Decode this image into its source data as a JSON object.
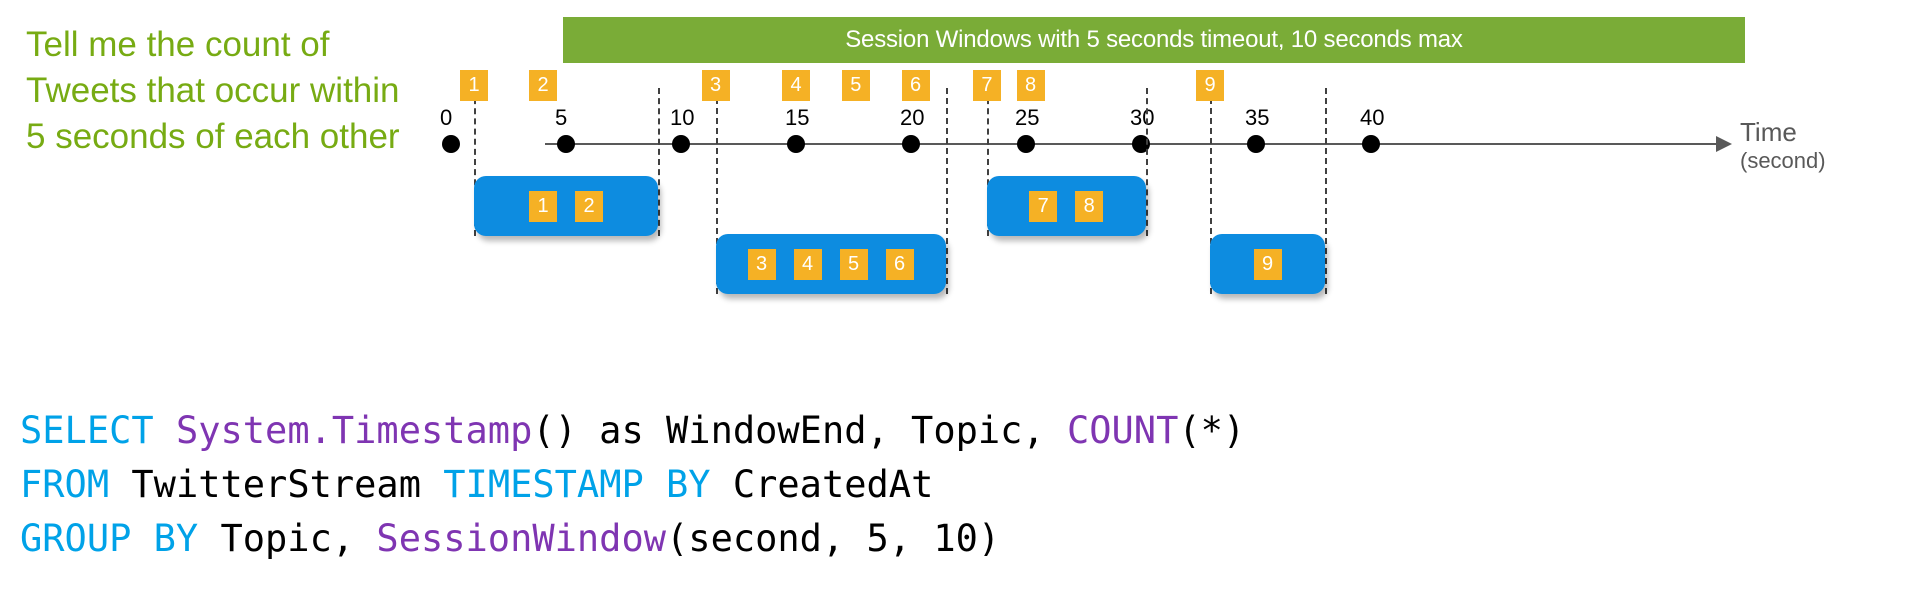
{
  "prompt": {
    "text": "Tell me the count of Tweets that occur within 5 seconds of each other",
    "color": "#77ab13"
  },
  "diagram": {
    "window_title": "Session Windows with 5 seconds timeout, 10 seconds max",
    "title_bar_color": "#7aac37",
    "axis": {
      "caption": "Time",
      "caption_sub": "(second)",
      "tick_labels": [
        "0",
        "5",
        "10",
        "15",
        "20",
        "25",
        "30",
        "35",
        "40"
      ],
      "tick_values": [
        0,
        5,
        10,
        15,
        20,
        25,
        30,
        35,
        40
      ]
    },
    "events": [
      {
        "id": "1",
        "time": 1.0
      },
      {
        "id": "2",
        "time": 4.0
      },
      {
        "id": "3",
        "time": 11.5
      },
      {
        "id": "4",
        "time": 15.0
      },
      {
        "id": "5",
        "time": 17.6
      },
      {
        "id": "6",
        "time": 20.2
      },
      {
        "id": "7",
        "time": 23.3
      },
      {
        "id": "8",
        "time": 25.2
      },
      {
        "id": "9",
        "time": 33.0
      }
    ],
    "session_windows": [
      {
        "name": "window-1",
        "events": [
          "1",
          "2"
        ],
        "start": 1.0,
        "end": 9.0
      },
      {
        "name": "window-2",
        "events": [
          "3",
          "4",
          "5",
          "6"
        ],
        "start": 11.5,
        "end": 21.5
      },
      {
        "name": "window-3",
        "events": [
          "7",
          "8"
        ],
        "start": 23.3,
        "end": 30.2
      },
      {
        "name": "window-4",
        "events": [
          "9"
        ],
        "start": 33.0,
        "end": 38.0
      }
    ],
    "colors": {
      "session_box": "#0d8ce0",
      "event_badge": "#f5b125",
      "axis": "#595959"
    }
  },
  "sql": {
    "lines": [
      [
        {
          "t": "SELECT ",
          "c": "kw"
        },
        {
          "t": "System.Timestamp",
          "c": "fn"
        },
        {
          "t": "() as WindowEnd, Topic, ",
          "c": "plain"
        },
        {
          "t": "COUNT",
          "c": "fn"
        },
        {
          "t": "(*)",
          "c": "plain"
        }
      ],
      [
        {
          "t": "FROM ",
          "c": "kw"
        },
        {
          "t": "TwitterStream ",
          "c": "plain"
        },
        {
          "t": "TIMESTAMP BY ",
          "c": "kw"
        },
        {
          "t": "CreatedAt",
          "c": "plain"
        }
      ],
      [
        {
          "t": "GROUP BY ",
          "c": "kw"
        },
        {
          "t": "Topic, ",
          "c": "plain"
        },
        {
          "t": "SessionWindow",
          "c": "fn"
        },
        {
          "t": "(second, 5, 10)",
          "c": "plain"
        }
      ]
    ],
    "colors": {
      "keyword": "#00a2e8",
      "function": "#7f35b2",
      "plain": "#000000"
    }
  }
}
